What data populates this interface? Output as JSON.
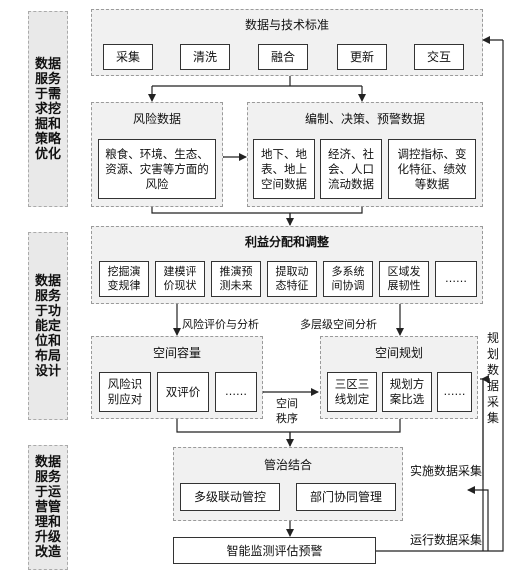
{
  "left_labels": [
    "数据服务于需求挖掘和策略优化",
    "数据服务于功能定位和布局设计",
    "数据服务于运营管理和升级改造"
  ],
  "standards": {
    "title": "数据与技术标准",
    "items": [
      "采集",
      "清洗",
      "融合",
      "更新",
      "交互"
    ]
  },
  "risk": {
    "title": "风险数据",
    "body": "粮食、环境、生态、资源、灾害等方面的风险"
  },
  "decision": {
    "title": "编制、决策、预警数据",
    "items": [
      "地下、地表、地上空间数据",
      "经济、社会、人口流动数据",
      "调控指标、变化特征、绩效等数据"
    ]
  },
  "benefit": {
    "title": "利益分配和调整",
    "items": [
      "挖掘演变规律",
      "建模评价现状",
      "推演预测未来",
      "提取动态特征",
      "多系统间协调",
      "区域发展韧性",
      "……"
    ]
  },
  "flows": {
    "risk_eval": "风险评价与分析",
    "multi_level": "多层级空间分析",
    "space_order": "空间秩序",
    "plan_collect": "规划数据采集",
    "impl_collect": "实施数据采集",
    "run_collect": "运行数据采集"
  },
  "capacity": {
    "title": "空间容量",
    "items": [
      "风险识别应对",
      "双评价",
      "……"
    ]
  },
  "planning": {
    "title": "空间规划",
    "items": [
      "三区三线划定",
      "规划方案比选",
      "……"
    ]
  },
  "governance": {
    "title": "管治结合",
    "items": [
      "多级联动管控",
      "部门协同管理"
    ]
  },
  "monitor": "智能监测评估预警"
}
